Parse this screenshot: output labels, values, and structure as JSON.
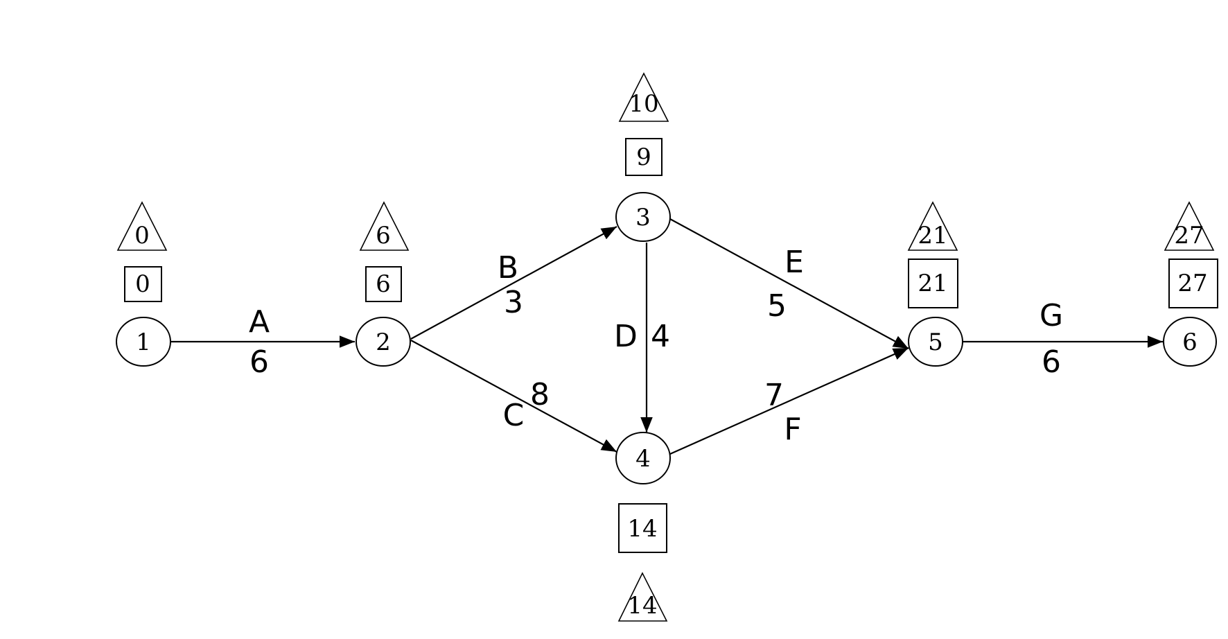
{
  "nodes": [
    {
      "id": "1",
      "label": "1",
      "early": "0",
      "late": "0"
    },
    {
      "id": "2",
      "label": "2",
      "early": "6",
      "late": "6"
    },
    {
      "id": "3",
      "label": "3",
      "early": "9",
      "late": "10"
    },
    {
      "id": "4",
      "label": "4",
      "early": "14",
      "late": "14"
    },
    {
      "id": "5",
      "label": "5",
      "early": "21",
      "late": "21"
    },
    {
      "id": "6",
      "label": "6",
      "early": "27",
      "late": "27"
    }
  ],
  "activities": [
    {
      "from": "1",
      "to": "2",
      "name": "A",
      "duration": "6"
    },
    {
      "from": "2",
      "to": "3",
      "name": "B",
      "duration": "3"
    },
    {
      "from": "2",
      "to": "4",
      "name": "C",
      "duration": "8"
    },
    {
      "from": "3",
      "to": "4",
      "name": "D",
      "duration": "4"
    },
    {
      "from": "3",
      "to": "5",
      "name": "E",
      "duration": "5"
    },
    {
      "from": "4",
      "to": "5",
      "name": "F",
      "duration": "7"
    },
    {
      "from": "5",
      "to": "6",
      "name": "G",
      "duration": "6"
    }
  ]
}
